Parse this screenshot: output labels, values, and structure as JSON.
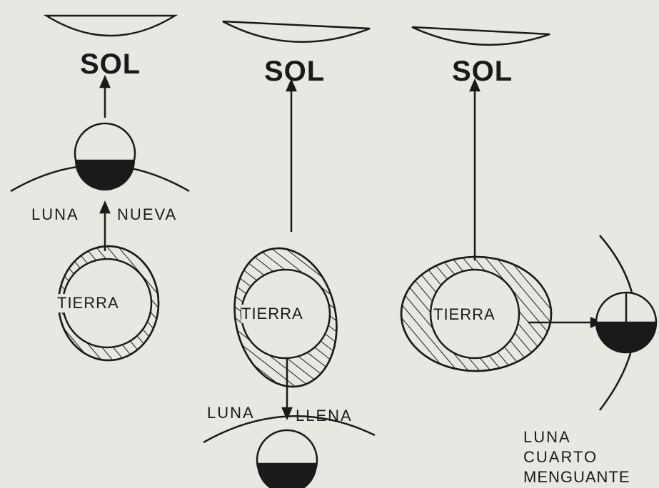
{
  "diagram": {
    "panels": [
      {
        "sun_label": "SOL",
        "earth_label": "TIERRA",
        "moon_label_left": "LUNA",
        "moon_label_right": "NUEVA"
      },
      {
        "sun_label": "SOL",
        "earth_label": "TIERRA",
        "moon_label_left": "LUNA",
        "moon_label_right": "LLENA"
      },
      {
        "sun_label": "SOL",
        "earth_label": "TIERRA",
        "moon_label_lines": [
          "LUNA",
          "CUARTO",
          "MENGUANTE"
        ]
      }
    ],
    "colors": {
      "ink": "#1a1a1a",
      "paper": "#e9e7e1"
    }
  }
}
